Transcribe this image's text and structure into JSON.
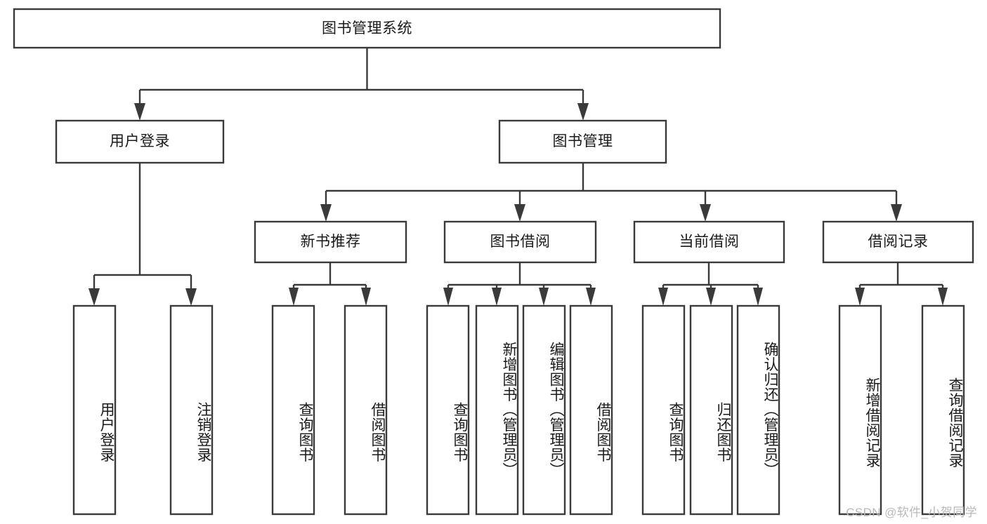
{
  "diagram": {
    "type": "tree-hierarchy",
    "title": "图书管理系统",
    "root": {
      "id": "root",
      "label": "图书管理系统"
    },
    "level1": [
      {
        "id": "user-login",
        "label": "用户登录"
      },
      {
        "id": "book-management",
        "label": "图书管理"
      }
    ],
    "level2": [
      {
        "id": "new-book-recommend",
        "label": "新书推荐",
        "parent": "book-management"
      },
      {
        "id": "book-borrow",
        "label": "图书借阅",
        "parent": "book-management"
      },
      {
        "id": "current-borrow",
        "label": "当前借阅",
        "parent": "book-management"
      },
      {
        "id": "borrow-record",
        "label": "借阅记录",
        "parent": "book-management"
      }
    ],
    "leaves": [
      {
        "id": "leaf-user-login",
        "label": "用户登录",
        "parent": "user-login"
      },
      {
        "id": "leaf-logout",
        "label": "注销登录",
        "parent": "user-login"
      },
      {
        "id": "leaf-query-book-1",
        "label": "查询图书",
        "parent": "new-book-recommend"
      },
      {
        "id": "leaf-borrow-book-1",
        "label": "借阅图书",
        "parent": "new-book-recommend"
      },
      {
        "id": "leaf-query-book-2",
        "label": "查询图书",
        "parent": "book-borrow"
      },
      {
        "id": "leaf-add-book",
        "label": "新增图书（管理员）",
        "parent": "book-borrow"
      },
      {
        "id": "leaf-edit-book",
        "label": "编辑图书（管理员）",
        "parent": "book-borrow"
      },
      {
        "id": "leaf-borrow-book-2",
        "label": "借阅图书",
        "parent": "book-borrow"
      },
      {
        "id": "leaf-query-book-3",
        "label": "查询图书",
        "parent": "current-borrow"
      },
      {
        "id": "leaf-return-book",
        "label": "归还图书",
        "parent": "current-borrow"
      },
      {
        "id": "leaf-confirm-return",
        "label": "确认归还（管理员）",
        "parent": "current-borrow"
      },
      {
        "id": "leaf-add-record",
        "label": "新增借阅记录",
        "parent": "borrow-record"
      },
      {
        "id": "leaf-query-record",
        "label": "查询借阅记录",
        "parent": "borrow-record"
      }
    ]
  },
  "watermark": {
    "text": "CSDN @软件_小贺同学"
  },
  "colors": {
    "box_stroke": "#3a3a3a",
    "box_fill": "#ffffff",
    "text": "#1a1a1a",
    "background": "#ffffff",
    "watermark": "#b9b9b9"
  }
}
